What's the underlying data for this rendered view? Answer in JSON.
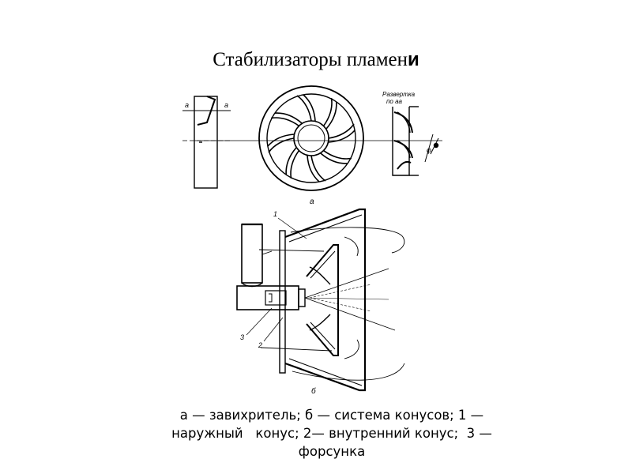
{
  "slide": {
    "title_main": "Стабилизаторы пламен",
    "title_tail": "и",
    "caption_lines": [
      "а — завихритель; б — система конусов; 1 —",
      "наружный   конус; 2— внутренний конус;  3 —",
      "форсунка"
    ]
  },
  "figure": {
    "label_a": "а",
    "label_b": "б",
    "section_label_left": "а",
    "section_label_right": "а",
    "development_label_line1": "Развертка",
    "development_label_line2": "по аа",
    "callout_1": "1",
    "callout_2": "2",
    "callout_3": "3",
    "angle_label": "φ"
  }
}
